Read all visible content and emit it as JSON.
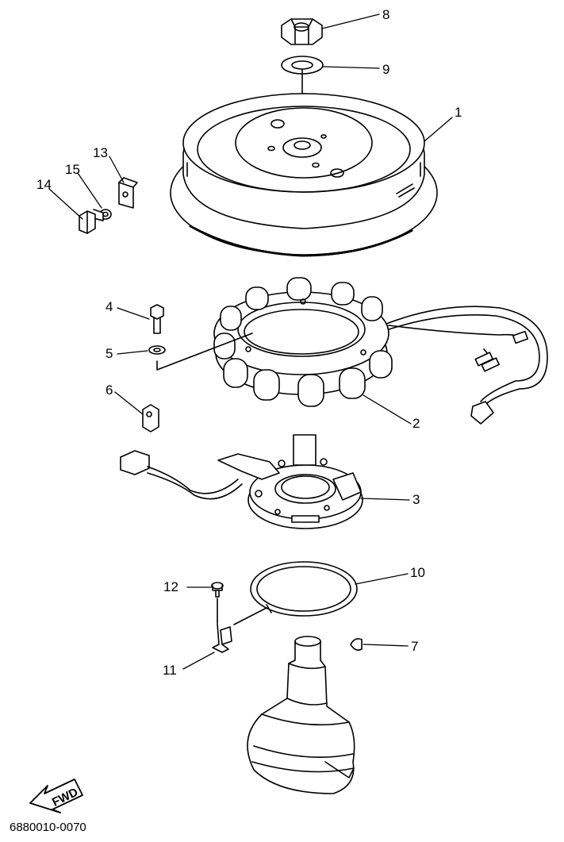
{
  "diagram": {
    "callouts": [
      {
        "id": "1",
        "label": "1",
        "part": "flywheel"
      },
      {
        "id": "2",
        "label": "2",
        "part": "stator"
      },
      {
        "id": "3",
        "label": "3",
        "part": "pulser-coil-base"
      },
      {
        "id": "4",
        "label": "4",
        "part": "bolt"
      },
      {
        "id": "5",
        "label": "5",
        "part": "washer"
      },
      {
        "id": "6",
        "label": "6",
        "part": "clamp"
      },
      {
        "id": "7",
        "label": "7",
        "part": "woodruff-key"
      },
      {
        "id": "8",
        "label": "8",
        "part": "nut"
      },
      {
        "id": "9",
        "label": "9",
        "part": "washer"
      },
      {
        "id": "10",
        "label": "10",
        "part": "retaining-ring"
      },
      {
        "id": "11",
        "label": "11",
        "part": "clip"
      },
      {
        "id": "12",
        "label": "12",
        "part": "screw"
      },
      {
        "id": "13",
        "label": "13",
        "part": "clamp"
      },
      {
        "id": "14",
        "label": "14",
        "part": "bolt"
      },
      {
        "id": "15",
        "label": "15",
        "part": "washer"
      }
    ],
    "direction_label": "FWD",
    "drawing_code": "6880010-0070"
  }
}
